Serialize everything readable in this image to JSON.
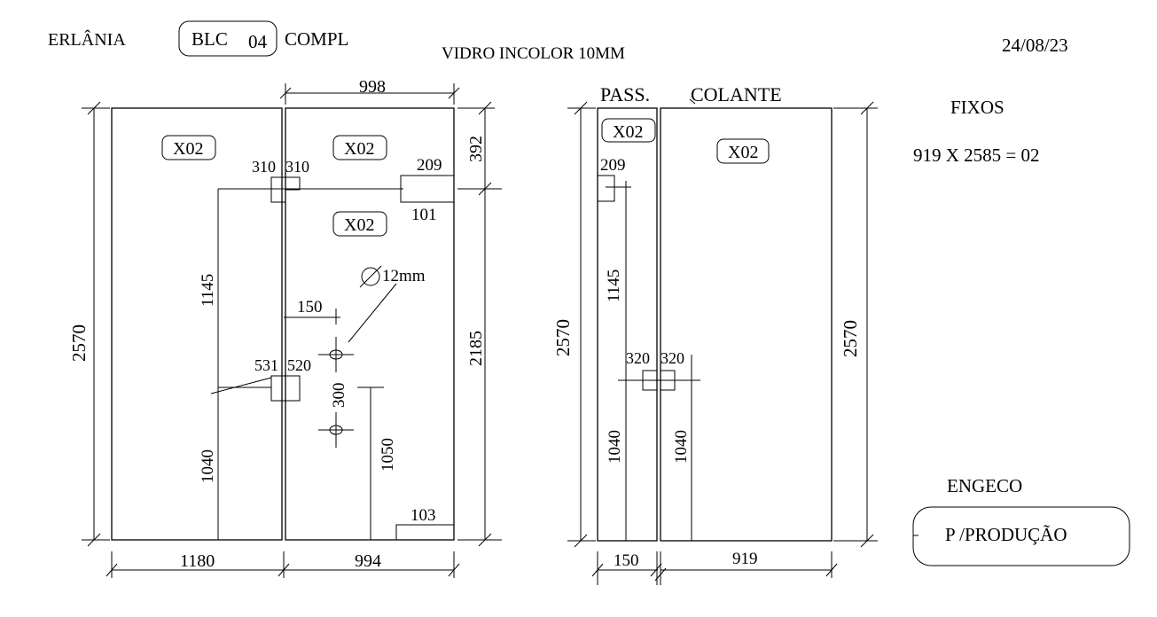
{
  "header": {
    "client": "ERLÂNIA",
    "block_prefix": "BLC",
    "block_number": "04",
    "block_suffix": "COMPL",
    "material": "VIDRO INCOLOR 10MM",
    "date": "24/08/23"
  },
  "left_panel": {
    "total_height": "2570",
    "top_width": "998",
    "bottom_left_width": "1180",
    "bottom_right_width": "994",
    "right_top_height": "392",
    "right_bottom_height": "2185",
    "upper_left_height": "1145",
    "lower_left_height": "1040",
    "right_lower_height": "1050",
    "tag_1": "X02",
    "tag_2": "X02",
    "tag_3": "X02",
    "hinge_top_left": "310",
    "hinge_top_right": "310",
    "hinge_mid_left": "531",
    "hinge_mid_right": "520",
    "lock_width": "209",
    "lock_height": "101",
    "handle_offset": "150",
    "hole_label": "12mm",
    "hole_spacing": "300",
    "bottom_notch": "103"
  },
  "right_panel": {
    "label_pass": "PASS.",
    "label_colante": "COLANTE",
    "left_height": "2570",
    "right_height": "2570",
    "tag_1": "X02",
    "tag_2": "X02",
    "lock_width": "209",
    "upper_height": "1145",
    "hinge_left": "320",
    "hinge_right": "320",
    "lower_left_height": "1040",
    "lower_right_height": "1040",
    "bottom_left_width": "150",
    "bottom_right_width": "919"
  },
  "notes": {
    "fixos_title": "FIXOS",
    "fixos_spec": "919 X 2585 = 02",
    "company": "ENGECO",
    "status": "P /PRODUÇÃO"
  }
}
